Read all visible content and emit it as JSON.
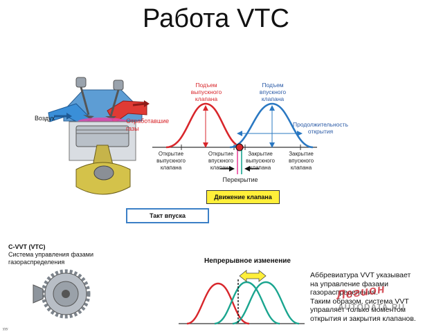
{
  "title": "Работа VTC",
  "engine": {
    "air_label": "Воздух",
    "exhaust_label": "Отработавшие\nгазы"
  },
  "valve_diagram": {
    "exhaust_lift_label": "Подъем\nвыпускного\nклапана",
    "intake_lift_label": "Подъем\nвпускного\nклапана",
    "duration_label": "Продолжительность\nоткрытия",
    "exhaust_open_label": "Открытие\nвыпускного\nклапана",
    "intake_open_label": "Открытие\nвпускного\nклапана",
    "exhaust_close_label": "Закрытие\nвыпускного\nклапана",
    "intake_close_label": "Закрытие\nвпускного\nклапана",
    "overlap_label": "Перекрытие",
    "valve_motion_label": "Движение клапана",
    "intake_stroke_label": "Такт впуска"
  },
  "cvvt": {
    "title": "C-VVT (VTC)",
    "description": "Система управления фазами\nгазораспределения"
  },
  "continuous": {
    "title": "Непрерывное изменение",
    "text": "Аббревиатура VVT указывает\nна управление фазами\nгазораспределения.\nТаким образом, система VVT\nуправляет только моментом\nоткрытия и закрытия клапанов."
  },
  "watermark": {
    "line1": "Легион",
    "line2": "AUTODATA.RU"
  },
  "corner_text": "yyy",
  "colors": {
    "exhaust": "#d8262b",
    "intake": "#2a78c2",
    "teal": "#1aa58f",
    "yellow": "#ffef3a",
    "box_border": "#3b7fc6"
  }
}
